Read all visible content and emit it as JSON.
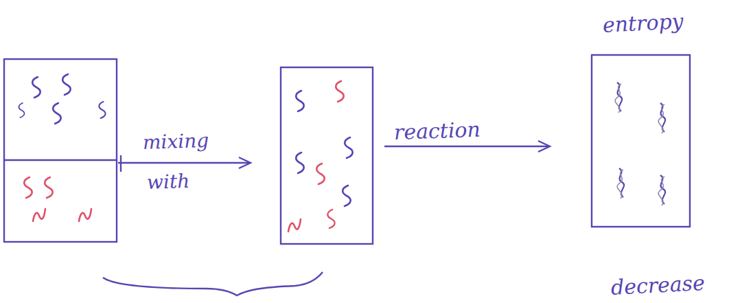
{
  "diagram": {
    "labels": [
      "entropy",
      "mixing",
      "with",
      "reaction",
      "decrease"
    ]
  }
}
